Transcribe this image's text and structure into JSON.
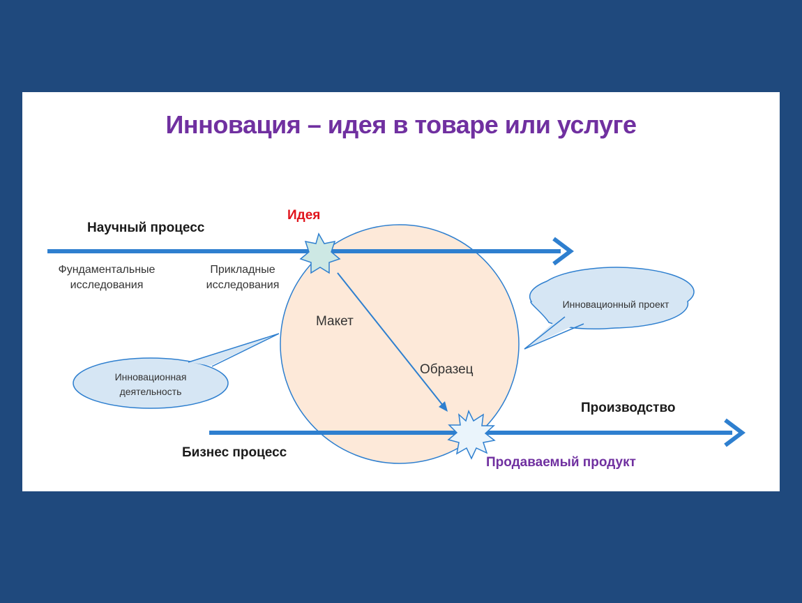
{
  "title": "Инновация – идея в товаре или услуге",
  "labels": {
    "scientific_process": "Научный процесс",
    "idea": "Идея",
    "fundamental_research": "Фундаментальные исследования",
    "applied_research": "Прикладные исследования",
    "mockup": "Макет",
    "sample": "Образец",
    "production": "Производство",
    "business_process": "Бизнес процесс",
    "sold_product": "Продаваемый продукт"
  },
  "bubbles": {
    "innovation_project": "Инновационный проект",
    "innovation_activity": "Инновационная деятельность"
  },
  "colors": {
    "background": "#1f497d",
    "arrow": "#2e7fcf",
    "title": "#7030a0",
    "idea": "#e0141c",
    "circle_fill": "#fde9d9",
    "bubble_fill": "#d6e6f4"
  }
}
